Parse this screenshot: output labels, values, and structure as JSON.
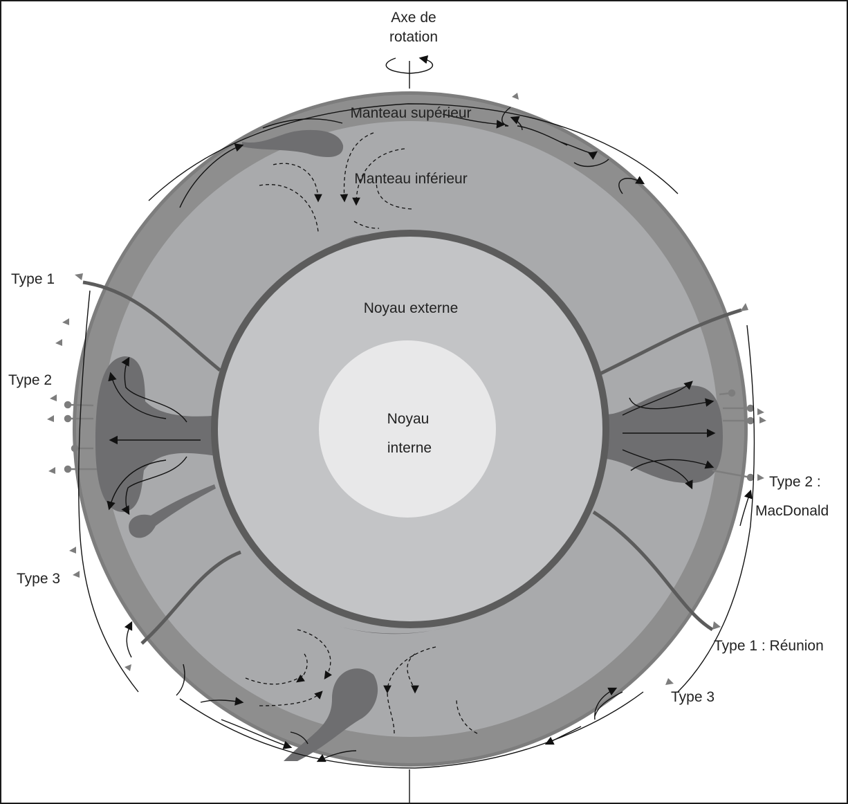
{
  "labels": {
    "axis_line1": "Axe de",
    "axis_line2": "rotation",
    "upper_mantle": "Manteau supérieur",
    "lower_mantle": "Manteau inférieur",
    "outer_core": "Noyau externe",
    "inner_core_line1": "Noyau",
    "inner_core_line2": "interne",
    "type1_left": "Type 1",
    "type2_left": "Type 2",
    "type3_left": "Type 3",
    "type2_right_line1": "Type 2 :",
    "type2_right_line2": "MacDonald",
    "type1_right": "Type 1 : Réunion",
    "type3_right": "Type 3"
  },
  "colors": {
    "crust": "#7d7d7d",
    "upper_mantle": "#8e8e8e",
    "lower_mantle": "#a9aaac",
    "core_boundary": "#5c5c5c",
    "outer_core": "#c3c4c6",
    "inner_core": "#e8e8e9",
    "plume": "#6e6e70",
    "line": "#111111"
  }
}
